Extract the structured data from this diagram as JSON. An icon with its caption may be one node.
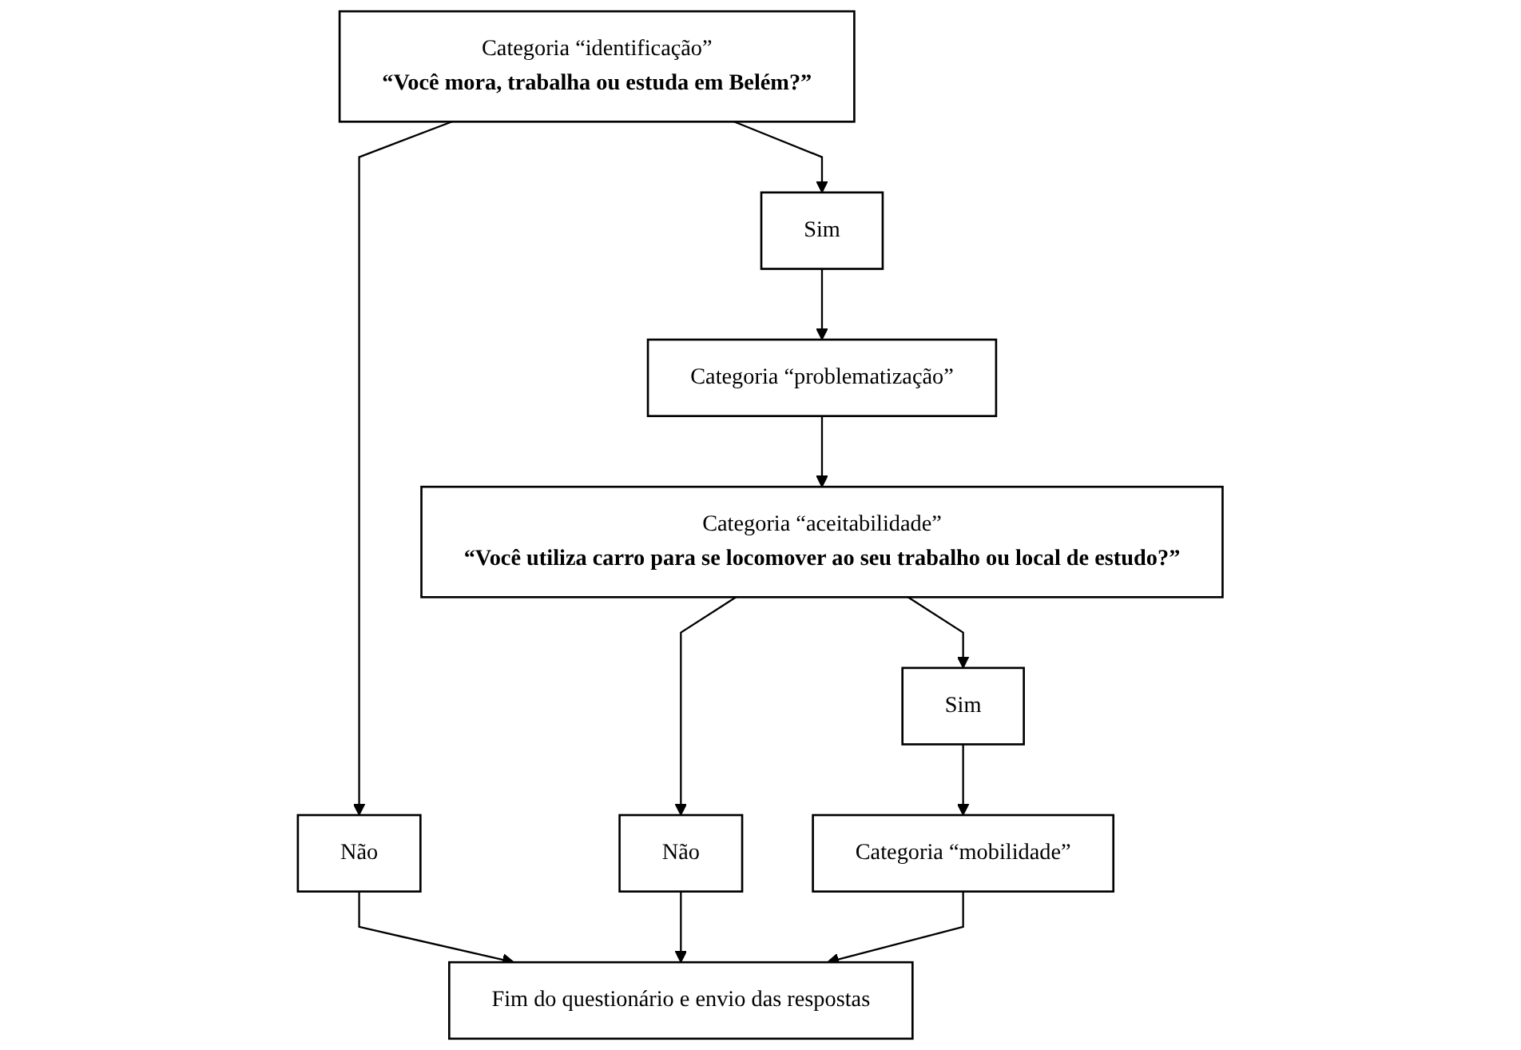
{
  "diagram": {
    "nodes": [
      {
        "text": [
          "Categoria “identificação”",
          "“Você mora, trabalha ou estuda em Belém?”"
        ]
      },
      {
        "text": [
          "Sim"
        ]
      },
      {
        "text": [
          "Não"
        ]
      },
      {
        "text": [
          "Categoria “problematização”"
        ]
      },
      {
        "text": [
          "Categoria “aceitabilidade”",
          "“Você utiliza carro para se locomover ao seu trabalho ou local de estudo?”"
        ]
      },
      {
        "text": [
          "Sim"
        ]
      },
      {
        "text": [
          "Não"
        ]
      },
      {
        "text": [
          "Categoria “mobilidade”"
        ]
      },
      {
        "text": [
          "Fim do questionário e envio das respostas"
        ]
      }
    ],
    "edges": [
      {
        "from": 0,
        "to": 1,
        "arrow": "to"
      },
      {
        "from": 0,
        "to": 2,
        "arrow": "to"
      },
      {
        "from": 1,
        "to": 3,
        "arrow": "to"
      },
      {
        "from": 3,
        "to": 4,
        "arrow": "to"
      },
      {
        "from": 4,
        "to": 5,
        "arrow": "to"
      },
      {
        "from": 4,
        "to": 6,
        "arrow": "to"
      },
      {
        "from": 5,
        "to": 7,
        "arrow": "to"
      },
      {
        "from": 2,
        "to": 8,
        "arrow": "to"
      },
      {
        "from": 6,
        "to": 8,
        "arrow": "to"
      },
      {
        "from": 7,
        "to": 8,
        "arrow": "to"
      }
    ]
  }
}
